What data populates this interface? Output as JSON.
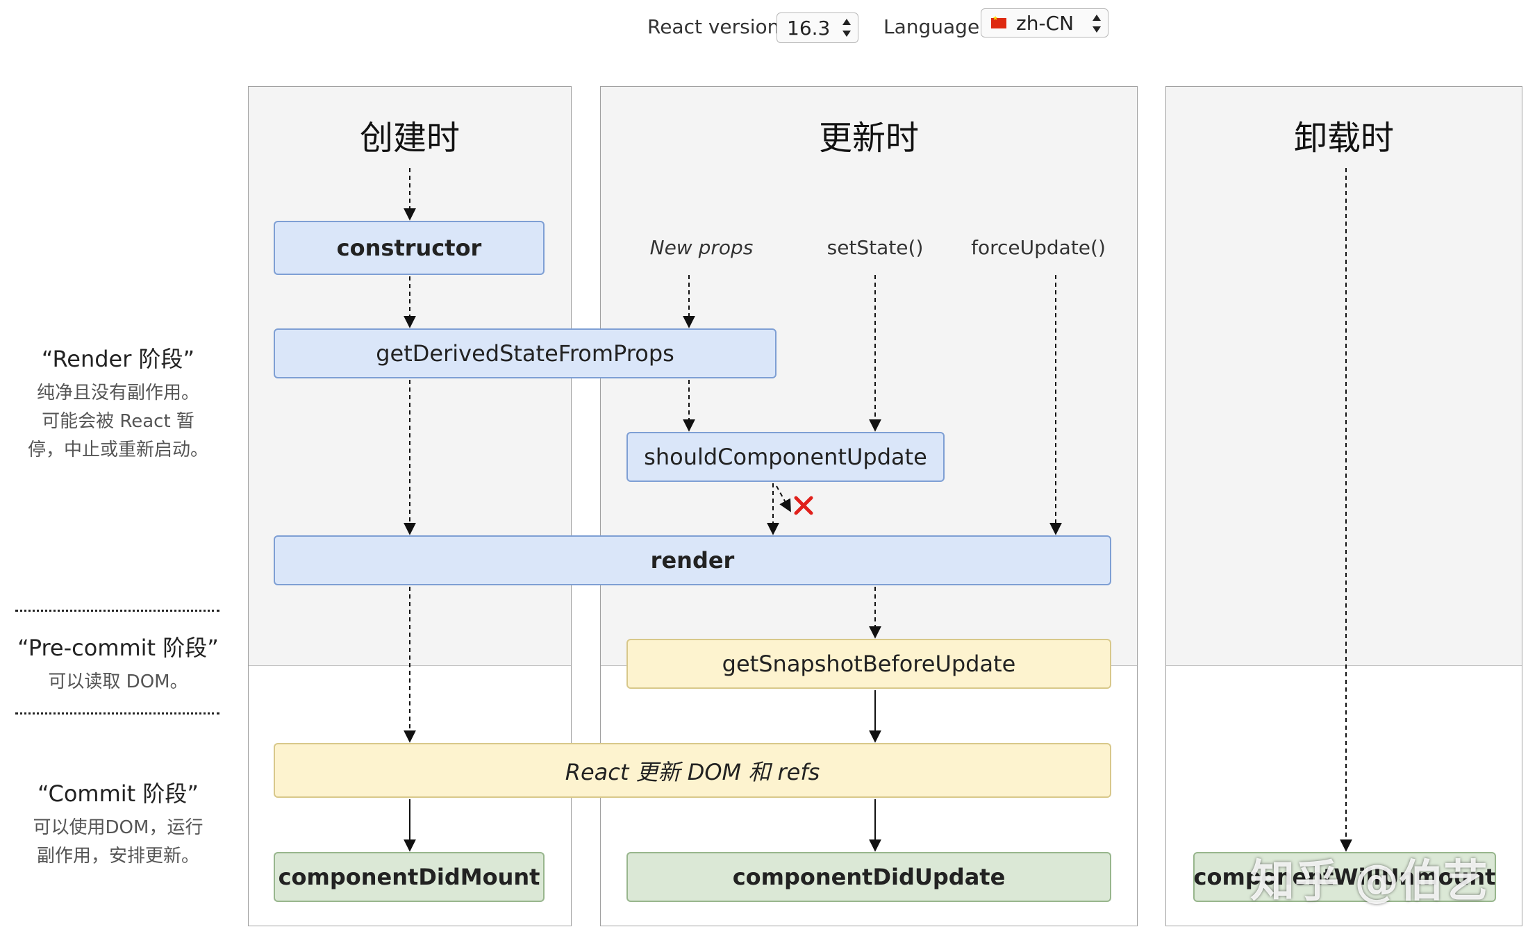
{
  "toolbar": {
    "version_label": "React version",
    "version_value": "16.3",
    "language_label": "Language",
    "language_value": "zh-CN"
  },
  "columns": {
    "mount": "创建时",
    "update": "更新时",
    "unmount": "卸载时"
  },
  "phases": {
    "render_title": "“Render 阶段”",
    "render_desc": [
      "纯净且没有副作用。",
      "可能会被 React 暂",
      "停，中止或重新启动。"
    ],
    "precommit_title": "“Pre-commit 阶段”",
    "precommit_desc": [
      "可以读取 DOM。"
    ],
    "commit_title": "“Commit 阶段”",
    "commit_desc": [
      "可以使用DOM，运行",
      "副作用，安排更新。"
    ]
  },
  "triggers": {
    "new_props": "New props",
    "set_state": "setState()",
    "force_update": "forceUpdate()"
  },
  "methods": {
    "constructor": "constructor",
    "get_derived_state": "getDerivedStateFromProps",
    "should_update": "shouldComponentUpdate",
    "render": "render",
    "get_snapshot": "getSnapshotBeforeUpdate",
    "react_updates_dom": "React 更新 DOM 和 refs",
    "did_mount": "componentDidMount",
    "did_update": "componentDidUpdate",
    "will_unmount": "componentWillUnmount"
  },
  "watermark": "知乎 @伯艺",
  "colors": {
    "render_phase_box": "#dae6f9",
    "precommit_box": "#fdf3cf",
    "commit_box": "#dbe8d6",
    "cancel_mark": "#e0201b"
  }
}
